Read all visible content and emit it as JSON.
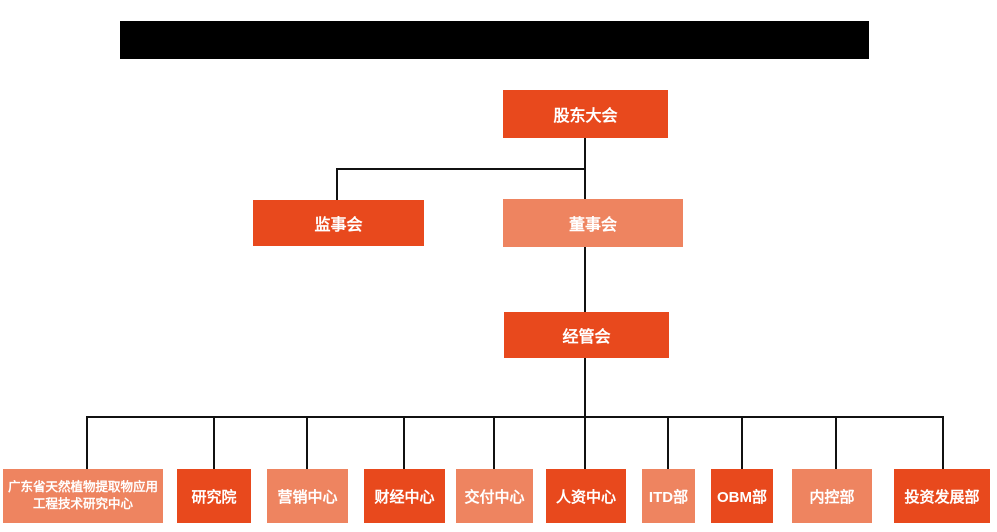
{
  "palette": {
    "primary": "#E8491D",
    "secondary": "#EE8460",
    "connector": "#111111",
    "redaction_bar": "#000000",
    "box_text": "#FFFFFF"
  },
  "header": {
    "redacted_title_bar": true
  },
  "org_chart": {
    "type": "org-tree",
    "top": {
      "label": "股东大会"
    },
    "second_level": [
      {
        "label": "监事会",
        "variant": "primary"
      },
      {
        "label": "董事会",
        "variant": "secondary"
      }
    ],
    "third_level": {
      "label": "经管会"
    },
    "departments": [
      {
        "label": "广东省天然植物提取物应用工程技术研究中心",
        "variant": "secondary"
      },
      {
        "label": "研究院",
        "variant": "primary"
      },
      {
        "label": "营销中心",
        "variant": "secondary"
      },
      {
        "label": "财经中心",
        "variant": "primary"
      },
      {
        "label": "交付中心",
        "variant": "secondary"
      },
      {
        "label": "人资中心",
        "variant": "primary"
      },
      {
        "label": "ITD部",
        "variant": "secondary"
      },
      {
        "label": "OBM部",
        "variant": "primary"
      },
      {
        "label": "内控部",
        "variant": "secondary"
      },
      {
        "label": "投资发展部",
        "variant": "primary"
      }
    ]
  }
}
